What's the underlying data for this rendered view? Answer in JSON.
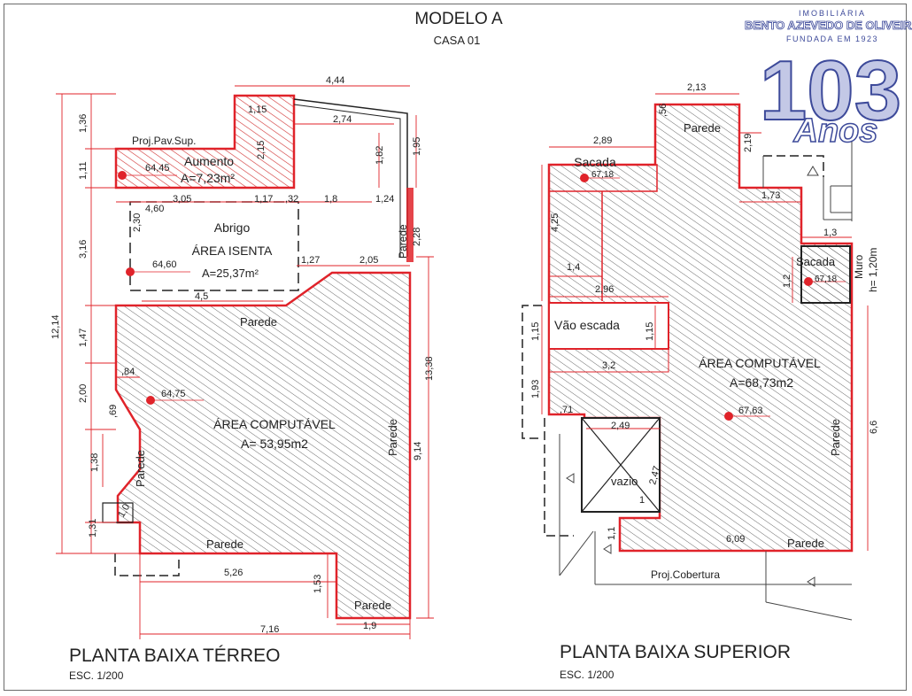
{
  "header": {
    "title": "MODELO A",
    "subtitle": "CASA 01"
  },
  "logo": {
    "line1": "IMOBILIÁRIA",
    "line2": "BENTO AZEVEDO DE OLIVEIRA",
    "line3": "FUNDADA EM 1923",
    "number": "103",
    "word": "Anos",
    "color": "#3d4a9a"
  },
  "colors": {
    "wall": "#e0232a",
    "dim": "#e0232a",
    "line": "#222222",
    "hatch": "#555555"
  },
  "ground": {
    "title": "PLANTA  BAIXA TÉRREO",
    "scale": "ESC. 1/200",
    "labels": {
      "proj": "Proj.Pav.Sup.",
      "aumento": "Aumento",
      "aumento_area": "A=7,23m²",
      "abrigo": "Abrigo",
      "isenta": "ÁREA ISENTA",
      "isenta_area": "A=25,37m²",
      "comp": "ÁREA COMPUTÁVEL",
      "comp_area": "A= 53,95m2",
      "parede": "Parede"
    },
    "levels": [
      "64,45",
      "64,60",
      "64,75"
    ],
    "dims": {
      "d444": "4,44",
      "d274": "2,74",
      "d182": "1,82",
      "d195": "1,95",
      "d136": "1,36",
      "d111": "1,11",
      "d316": "3,16",
      "d147": "1,47",
      "d200": "2,00",
      "d138": "1,38",
      "d131": "1,31",
      "d1214": "12,14",
      "d1338": "13,38",
      "d914": "9,14",
      "d228": "2,28",
      "d305": "3,05",
      "d460": "4,60",
      "d117": "1,17",
      "d032": ",32",
      "d18": "1,8",
      "d124": "1,24",
      "d230": "2,30",
      "d127": "1,27",
      "d205": "2,05",
      "d45": "4,5",
      "d084": ",84",
      "d069": ",69",
      "d10": "1,0",
      "d526": "5,26",
      "d153": "1,53",
      "d716": "7,16",
      "d19": "1,9",
      "d115": "1,15",
      "d215": "2,15"
    }
  },
  "upper": {
    "title": "PLANTA  BAIXA SUPERIOR",
    "scale": "ESC. 1/200",
    "labels": {
      "sacada": "Sacada",
      "vao": "Vão escada",
      "comp": "ÁREA COMPUTÁVEL",
      "comp_area": "A=68,73m2",
      "vazio": "vazio",
      "muro1": "Muro",
      "muro2": "h= 1,20m",
      "projcob": "Proj.Cobertura",
      "parede": "Parede"
    },
    "levels": [
      "67,18",
      "67,18",
      "67,63"
    ],
    "dims": {
      "d213": "2,13",
      "d056": ",56",
      "d289": "2,89",
      "d219": "2,19",
      "d173": "1,73",
      "d13": "1,3",
      "d12": "1,2",
      "d425": "4,25",
      "d14": "1,4",
      "d296": "2,96",
      "d115": "1,15",
      "d115b": "1,15",
      "d32": "3,2",
      "d193": "1,93",
      "d071": ",71",
      "d249": "2,49",
      "d247": "2,47",
      "d1": "1",
      "d11": "1,1",
      "d66": "6,6",
      "d609": "6,09"
    }
  }
}
